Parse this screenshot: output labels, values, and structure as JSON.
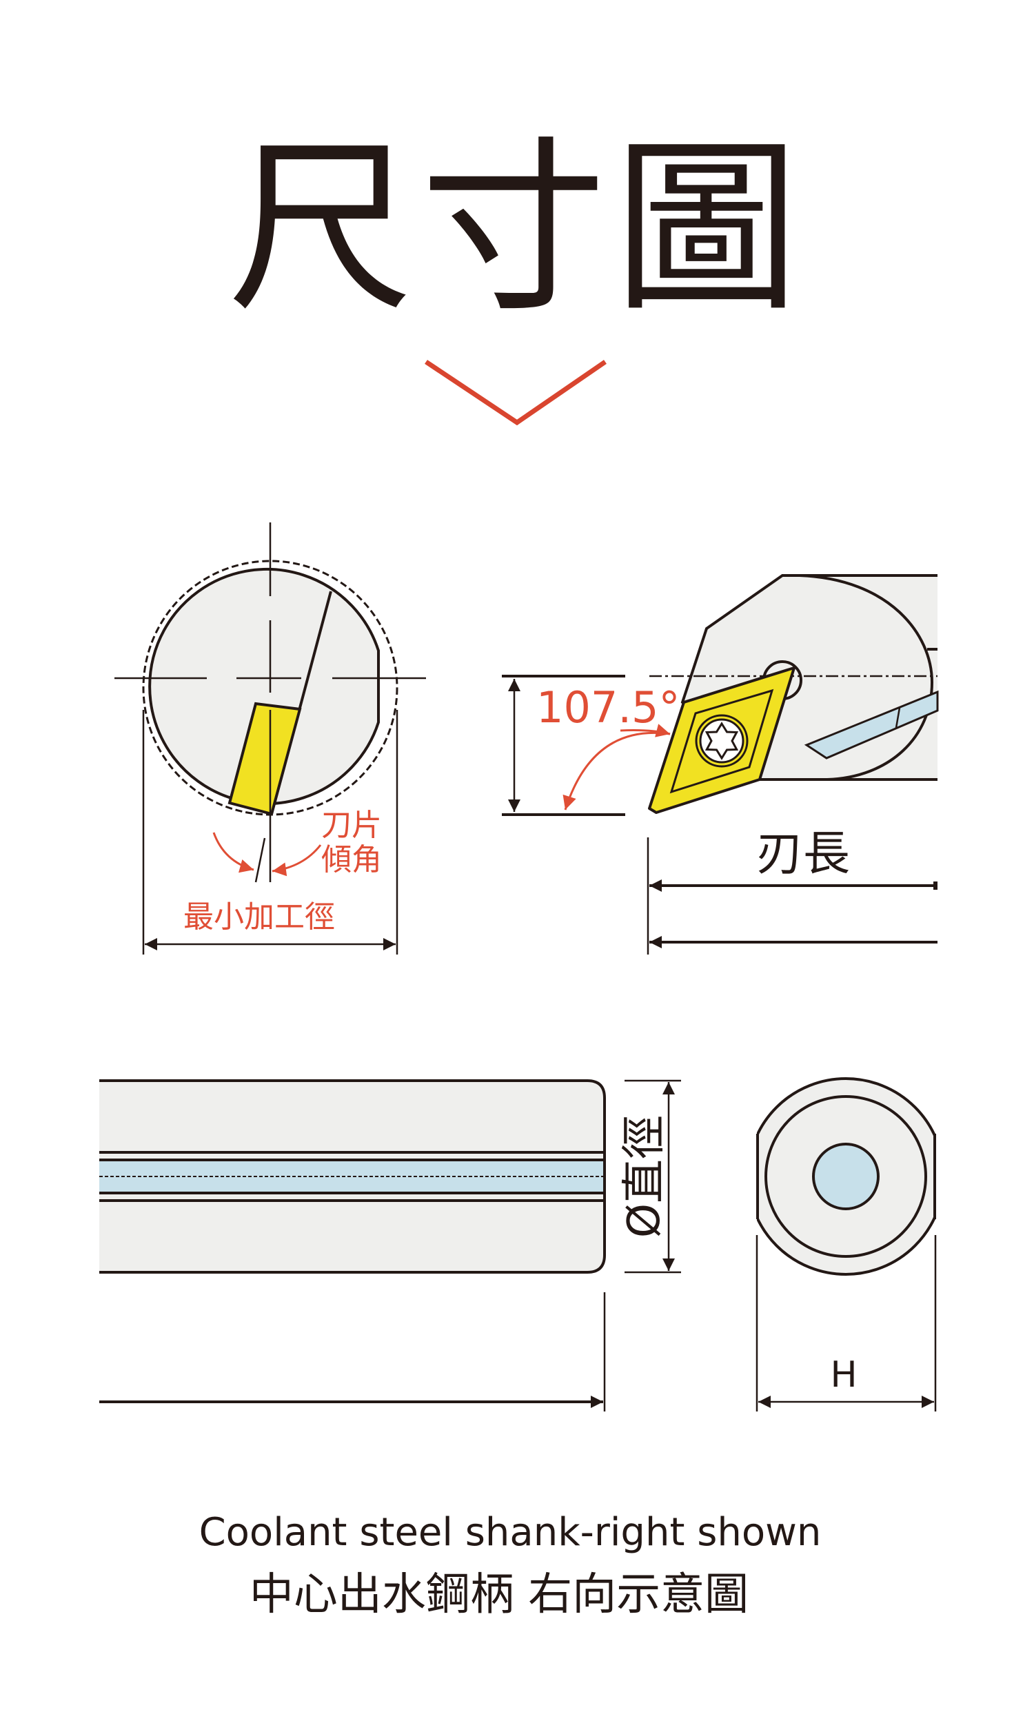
{
  "title": "尺寸圖",
  "colors": {
    "accent": "#d9452f",
    "insert": "#f1e122",
    "coolant": "#c7e0ea",
    "body": "#efefed",
    "line": "#231815"
  },
  "front_view": {
    "label_insert_angle_1": "刀片",
    "label_insert_angle_2": "傾角",
    "label_min_bore": "最小加工徑"
  },
  "top_view": {
    "angle_label": "107.5°",
    "label_cutting_length": "刃長"
  },
  "side_view": {
    "label_diameter": "Ø直徑"
  },
  "end_view": {
    "label_height": "H"
  },
  "caption": {
    "english": "Coolant steel shank-right shown",
    "chinese": "中心出水鋼柄 右向示意圖"
  }
}
